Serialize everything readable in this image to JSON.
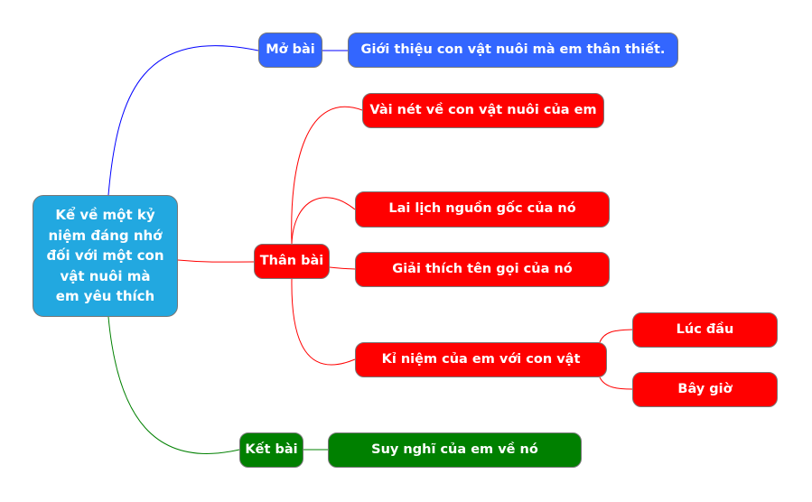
{
  "root": {
    "label": "Kể về một kỷ niệm đáng nhớ đối với một con vật nuôi mà em yêu thích"
  },
  "branches": {
    "mo_bai": {
      "label": "Mở bài",
      "children": [
        "Giới thiệu con vật nuôi mà em thân thiết."
      ]
    },
    "than_bai": {
      "label": "Thân bài",
      "children": [
        "Vài nét về con vật nuôi của em",
        "Lai lịch nguồn gốc của nó",
        "Giải thích tên gọi của nó",
        "Kỉ niệm của em với con vật"
      ],
      "sub": [
        "Lúc đầu",
        "Bây giờ"
      ]
    },
    "ket_bai": {
      "label": "Kết bài",
      "children": [
        "Suy nghĩ của em về nó"
      ]
    }
  },
  "colors": {
    "root": "#22a8e0",
    "mo_bai": "#3366ff",
    "than_bai": "#ff0000",
    "ket_bai": "#008000"
  }
}
